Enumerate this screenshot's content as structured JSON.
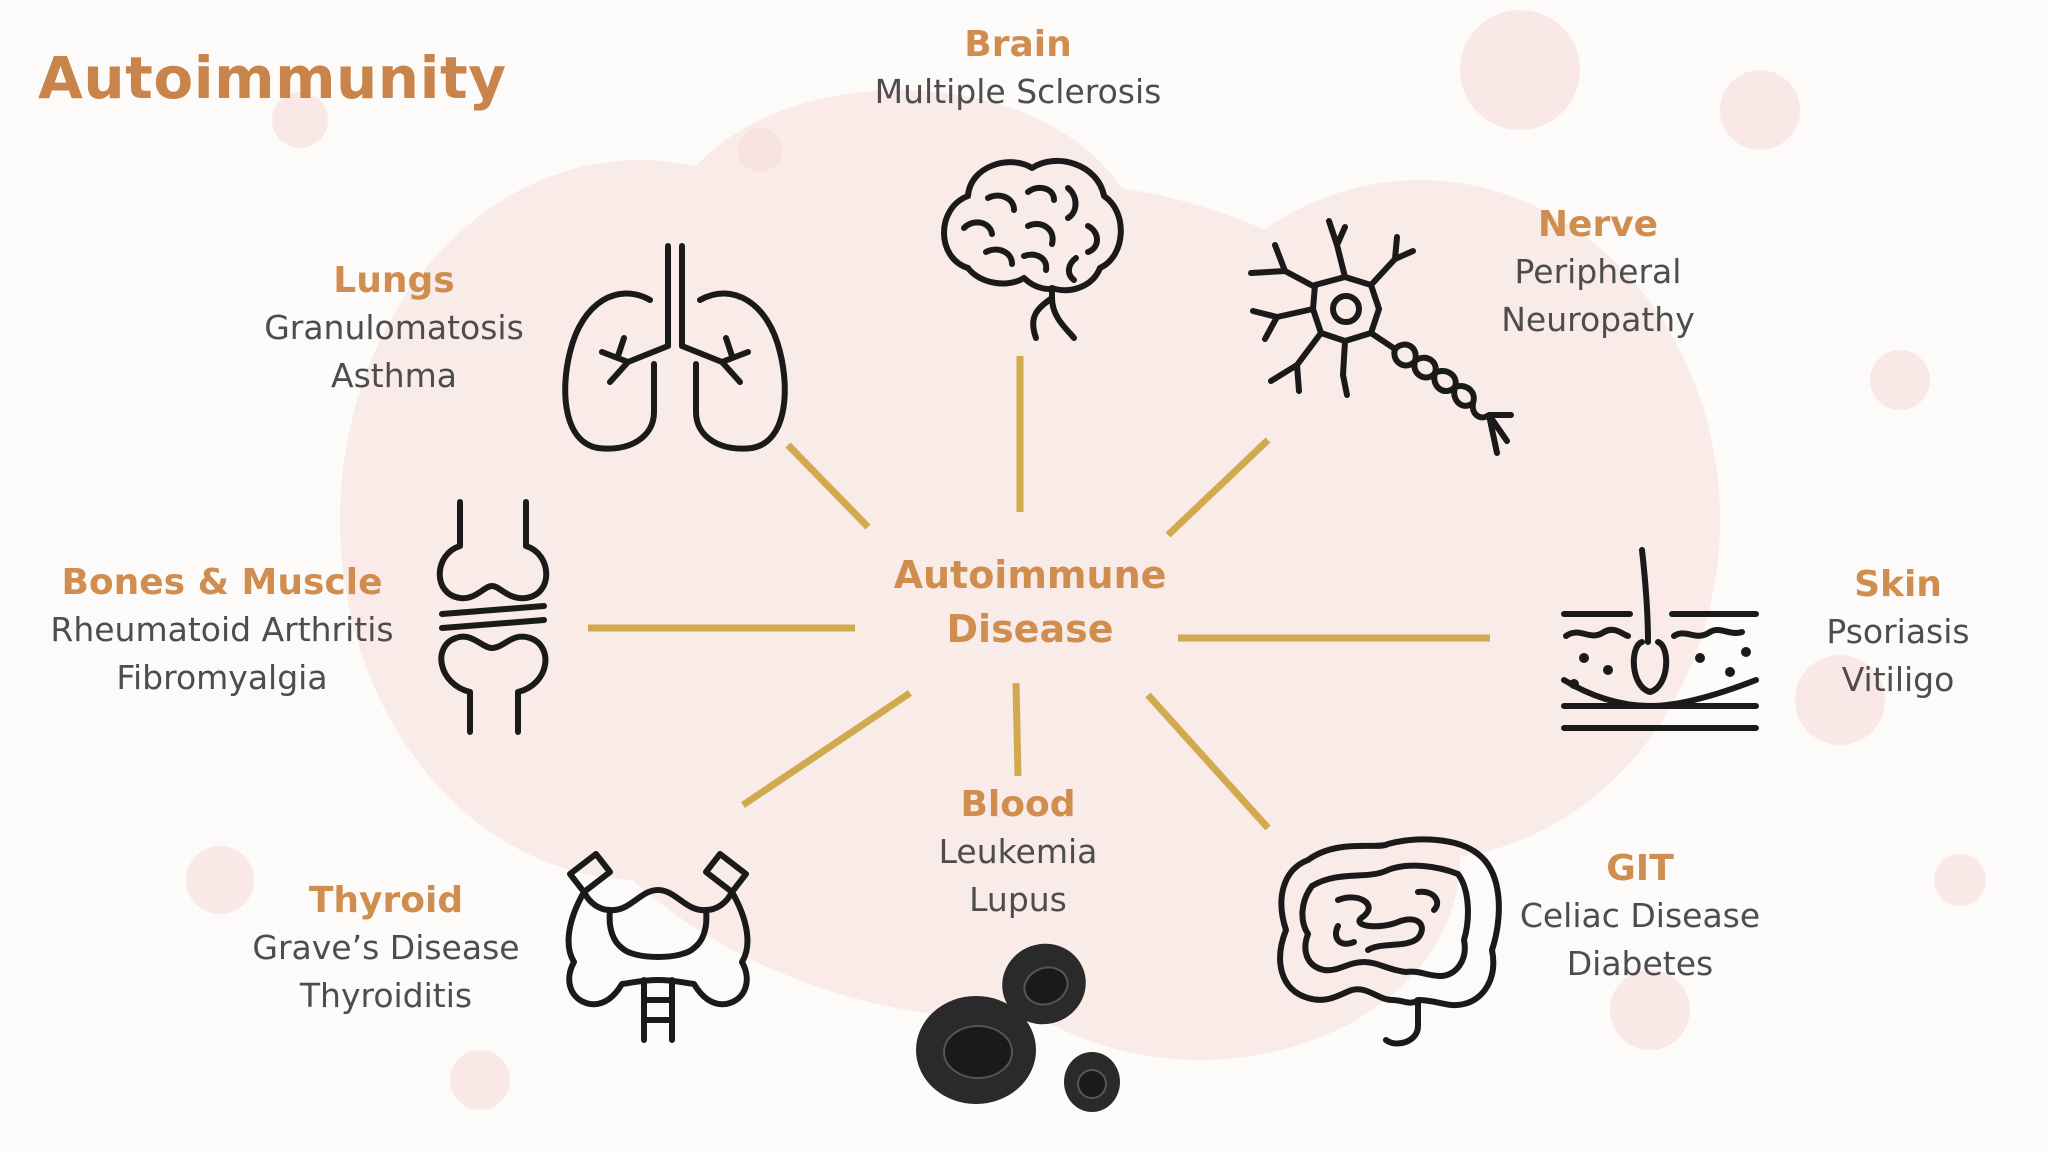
{
  "title": "Autoimmunity",
  "center": {
    "line1": "Autoimmune",
    "line2": "Disease"
  },
  "colors": {
    "accent": "#cf8d4f",
    "connector": "#d1a94f",
    "text": "#4d4d4d",
    "icon": "#1a1a1a"
  },
  "organs": {
    "brain": {
      "name": "Brain",
      "icon": "brain-icon",
      "diseases": [
        "Multiple Sclerosis"
      ]
    },
    "nerve": {
      "name": "Nerve",
      "icon": "neuron-icon",
      "diseases": [
        "Peripheral",
        "Neuropathy"
      ]
    },
    "lungs": {
      "name": "Lungs",
      "icon": "lungs-icon",
      "diseases": [
        "Granulomatosis",
        "Asthma"
      ]
    },
    "bones": {
      "name": "Bones & Muscle",
      "icon": "knee-joint-icon",
      "diseases": [
        "Rheumatoid Arthritis",
        "Fibromyalgia"
      ]
    },
    "skin": {
      "name": "Skin",
      "icon": "skin-hair-follicle-icon",
      "diseases": [
        "Psoriasis",
        "Vitiligo"
      ]
    },
    "thyroid": {
      "name": "Thyroid",
      "icon": "thyroid-icon",
      "diseases": [
        "Grave’s Disease",
        "Thyroiditis"
      ]
    },
    "blood": {
      "name": "Blood",
      "icon": "blood-cells-icon",
      "diseases": [
        "Leukemia",
        "Lupus"
      ]
    },
    "git": {
      "name": "GIT",
      "icon": "intestine-icon",
      "diseases": [
        "Celiac Disease",
        "Diabetes"
      ]
    }
  }
}
